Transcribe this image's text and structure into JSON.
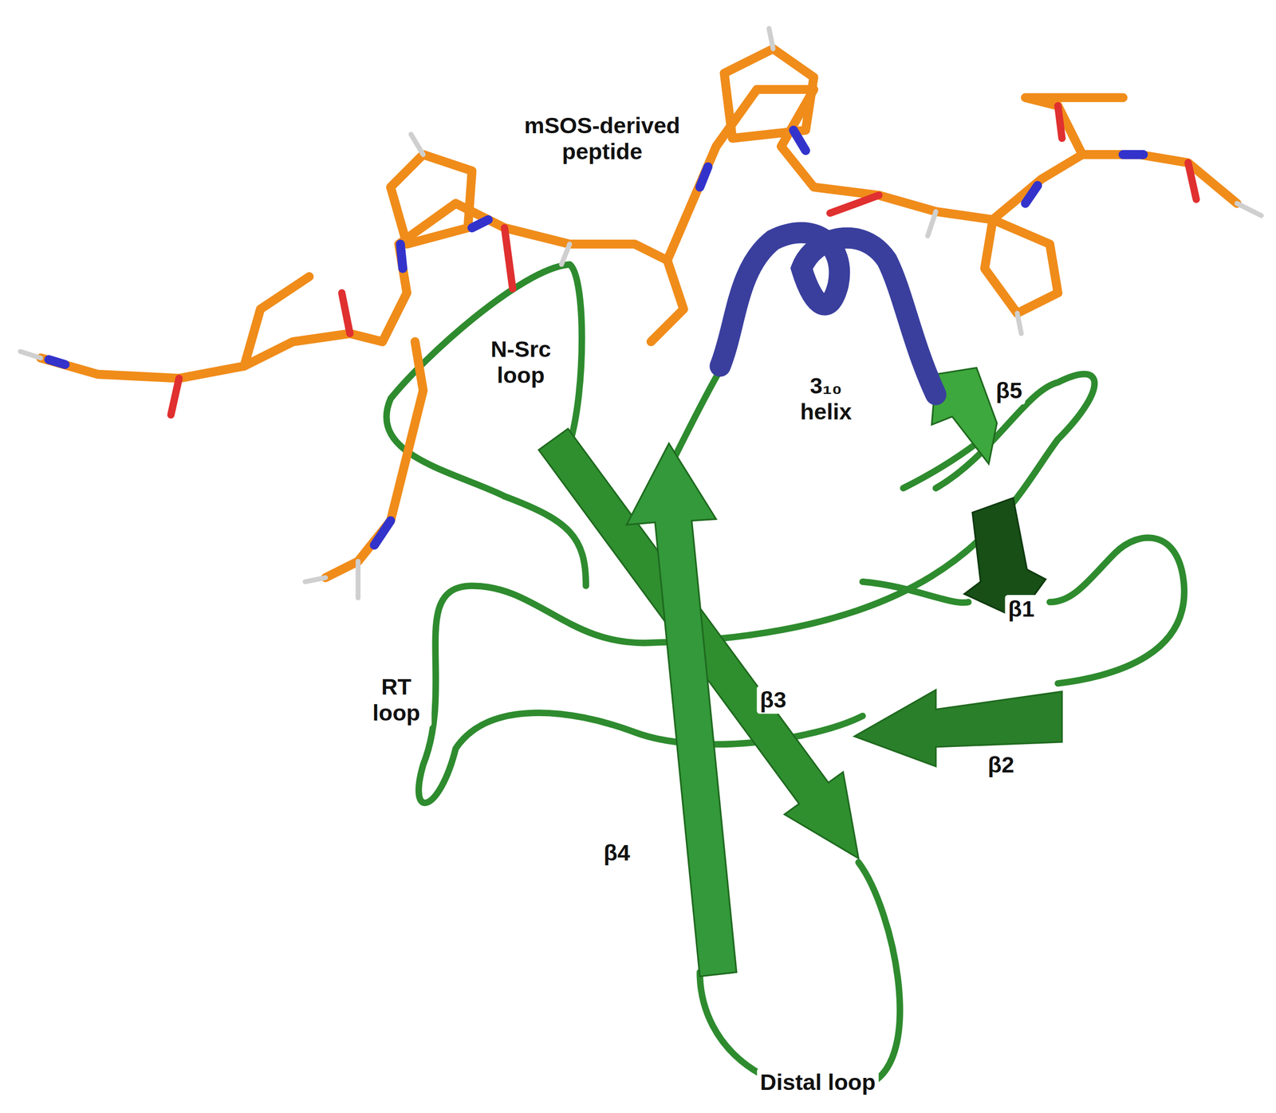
{
  "diagram": {
    "labels": [
      "mSOS-derived peptide",
      "N-Src loop",
      "3₁₀ helix",
      "β5",
      "β1",
      "β3",
      "β2",
      "β4",
      "RT loop",
      "Distal loop"
    ]
  }
}
